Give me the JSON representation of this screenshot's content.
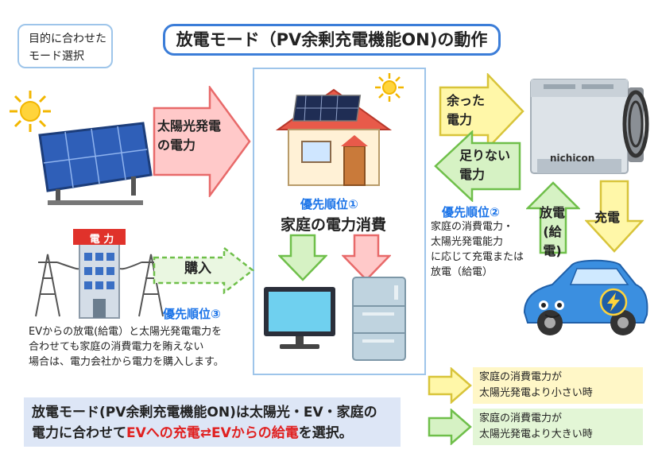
{
  "mode_tag": {
    "line1": "目的に合わせた",
    "line2": "モード選択"
  },
  "title": "放電モード（PV余剰充電機能ON)の動作",
  "solar": {
    "label_line1": "太陽光発電",
    "label_line2": "の電力"
  },
  "grid": {
    "sign": "電 力",
    "purchase_label": "購入",
    "priority": "優先順位③",
    "note_lines": [
      "EVからの放電(給電）と太陽光発電電力を",
      "合わせても家庭の消費電力を賄えない",
      "場合は、電力会社から電力を購入します。"
    ]
  },
  "home": {
    "priority": "優先順位①",
    "consumption": "家庭の電力消費"
  },
  "ev": {
    "surplus_line1": "余った",
    "surplus_line2": "電力",
    "shortage_line1": "足りない",
    "shortage_line2": "電力",
    "discharge_line1": "放電",
    "discharge_line2": "(給電)",
    "charge": "充電",
    "charger_brand": "nichicon",
    "priority": "優先順位②",
    "note_lines": [
      "家庭の消費電力・",
      "太陽光発電能力",
      "に応じて充電または",
      "放電（給電）"
    ]
  },
  "summary": {
    "line1": "放電モード(PV余剰充電機能ON)は太陽光・EV・家庭の",
    "line2_prefix": "電力に合わせて",
    "line2_red": "EVへの充電⇄EVからの給電",
    "line2_suffix": "を選択。"
  },
  "legend": {
    "yellow": {
      "line1": "家庭の消費電力が",
      "line2": "太陽光発電より小さい時"
    },
    "green": {
      "line1": "家庭の消費電力が",
      "line2": "太陽光発電より大きい時"
    }
  },
  "colors": {
    "accent_blue": "#1a73e8",
    "red": "#e02020",
    "yellow_arrow": "#fff7a8",
    "green_arrow": "#d6f2c4",
    "red_arrow": "#ffc9c9"
  }
}
